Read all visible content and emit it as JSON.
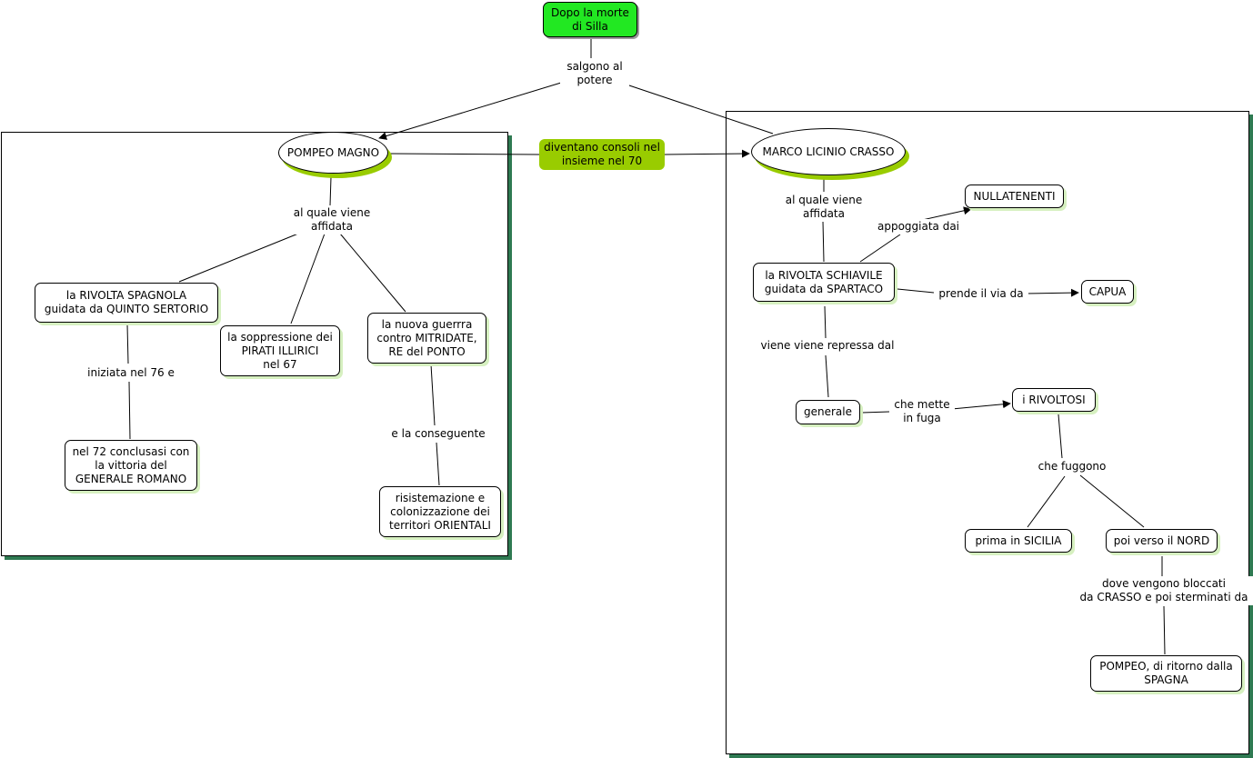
{
  "nodes": {
    "silla": "Dopo la morte\ndi Silla",
    "consoli": "diventano consoli nel\ninsieme nel 70",
    "pompeo": "POMPEO MAGNO",
    "crasso": "MARCO LICINIO CRASSO",
    "rivolta_spagnola": "la RIVOLTA SPAGNOLA\nguidata da QUINTO SERTORIO",
    "pirati": "la soppressione dei\nPIRATI ILLIRICI\nnel 67",
    "guerra": "la nuova guerrra\ncontro MITRIDATE,\nRE del PONTO",
    "conclusasi": "nel 72 conclusasi con\nla vittoria del\nGENERALE ROMANO",
    "risistemazione": "risistemazione  e\ncolonizzazione dei\nterritori ORIENTALI",
    "nullatenenti": "NULLATENENTI",
    "rivolta_schiavile": "la RIVOLTA SCHIAVILE\nguidata da SPARTACO",
    "capua": "CAPUA",
    "generale": "generale",
    "rivoltosi": "i RIVOLTOSI",
    "sicilia": "prima in SICILIA",
    "nord": "poi verso il NORD",
    "pompeo_ritorno": "POMPEO, di ritorno dalla\nSPAGNA"
  },
  "links": {
    "salgono": "salgono al\npotere",
    "affidata_pompeo": "al quale viene\naffidata",
    "iniziata": "iniziata nel 76 e",
    "conseguente": "e la conseguente",
    "affidata_crasso": "al quale viene\naffidata",
    "appoggiata": "appoggiata dai",
    "prende": "prende il via da",
    "repressa": "viene viene repressa dal",
    "fuga": "che mette\nin fuga",
    "fuggono": "che fuggono",
    "bloccati": "dove vengono bloccati\nda CRASSO e poi sterminati da"
  },
  "colors": {
    "top_node": "#22e822",
    "link_node": "#99cc00",
    "frame_shadow": "#2f7a52",
    "node_shadow": "#d6f0c0"
  }
}
